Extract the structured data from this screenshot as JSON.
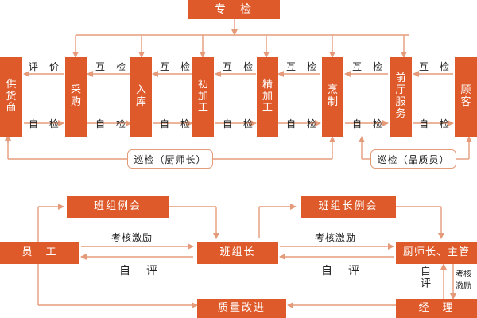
{
  "top": {
    "zhuanjian": "专　检"
  },
  "chain": {
    "gonghuoshang": [
      "供",
      "货",
      "商"
    ],
    "caigou": [
      "采",
      "购"
    ],
    "ruku": [
      "入",
      "库"
    ],
    "chujiagong": [
      "初",
      "加",
      "工"
    ],
    "jingjiagong": [
      "精",
      "加",
      "工"
    ],
    "pengzhi": [
      "烹",
      "制"
    ],
    "qiantingfuwu": [
      "前",
      "厅",
      "服",
      "务"
    ],
    "guke": [
      "顾",
      "客"
    ]
  },
  "labels": {
    "pingjia": "评　价",
    "hujian": "互　检",
    "zijian": "自　检",
    "xunjian_chef": "巡检（厨师长）",
    "xunjian_qa": "巡检（品质员）"
  },
  "lower": {
    "banzu_lihui": "班组例会",
    "banzuzhang_lihui": "班组长例会",
    "yuangong": "员　工",
    "banzuzhang": "班组长",
    "chushizhang_zhuguan": "厨师长、主管",
    "zhiliang_gaijin": "质量改进",
    "jingli": "经　理",
    "kaohe_jili": "考核激励",
    "ziping": "自　评",
    "ziping_vert": "自评",
    "kaohe_vert_1": "考核",
    "kaohe_vert_2": "激励"
  },
  "colors": {
    "box": "#de5a2a",
    "line": "#e59b7a",
    "text": "#222222"
  }
}
